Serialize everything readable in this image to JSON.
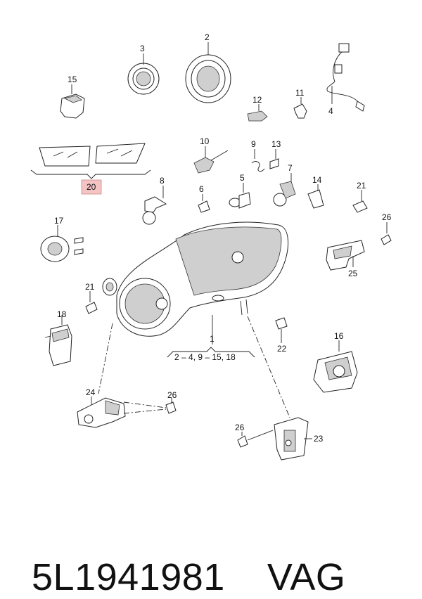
{
  "callouts": {
    "c1": "1",
    "c2": "2",
    "c3": "3",
    "c4": "4",
    "c5": "5",
    "c6": "6",
    "c7": "7",
    "c8": "8",
    "c9": "9",
    "c10": "10",
    "c11": "11",
    "c12": "12",
    "c13": "13",
    "c14": "14",
    "c15": "15",
    "c16": "16",
    "c17": "17",
    "c18": "18",
    "c20": "20",
    "c21a": "21",
    "c21b": "21",
    "c22": "22",
    "c23": "23",
    "c24": "24",
    "c25": "25",
    "c26a": "26",
    "c26b": "26",
    "c26c": "26"
  },
  "group_note": "2 – 4, 9 – 15, 18",
  "highlight_color": "#f4c4c4",
  "footer": {
    "part_number": "5L1941981",
    "brand": "VAG"
  }
}
